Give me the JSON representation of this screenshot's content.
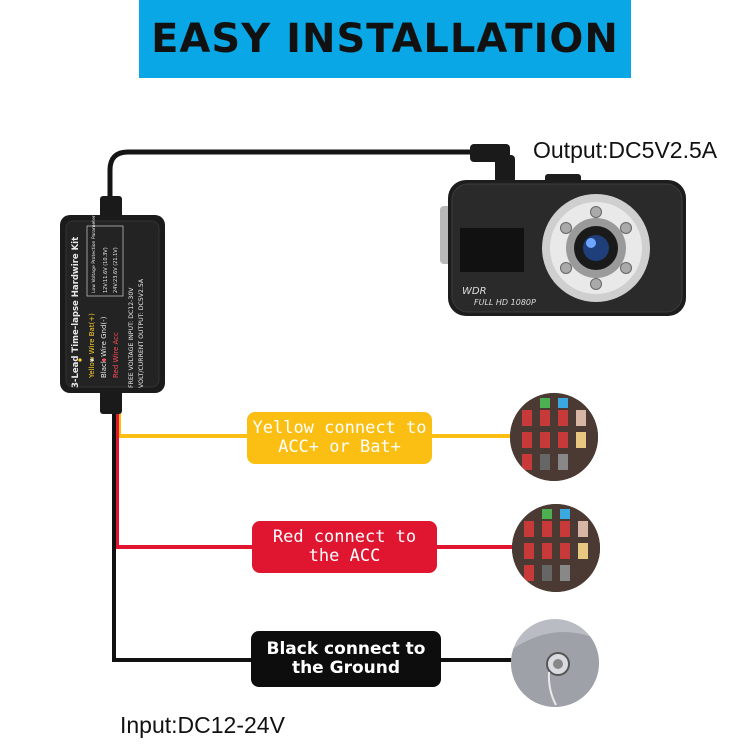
{
  "banner": {
    "title": "EASY INSTALLATION"
  },
  "output_label": "Output:DC5V2.5A",
  "input_label": "Input:DC12-24V",
  "hardwire_box": {
    "title": "3-Lead Time-lapse Hardwire Kit",
    "yellow_line": "Yellow Wire Bat(+)",
    "black_line": "Black Wire Gnd(-)",
    "red_line": "Red Wire Acc",
    "spec_voltage": "FREE VOLTAGE   INPUT: DC12-30V",
    "spec_output": "VOLT/CURRENT OUTPUT: DC5V2.5A",
    "protection_title": "Low Voltage Protection Parameter",
    "protection_12v": "12V:11.6V (10.3V)",
    "protection_24v": "24V:23.6V (21.1V)"
  },
  "camera": {
    "wdr_label": "WDR",
    "resolution_label": "FULL HD 1080P"
  },
  "connections": {
    "yellow": {
      "line1": "Yellow connect to",
      "line2": "ACC+ or Bat+",
      "color": "#fbbf14"
    },
    "red": {
      "line1": "Red connect to",
      "line2": "the ACC",
      "color": "#e01630"
    },
    "black": {
      "line1": "Black connect to",
      "line2": "the Ground",
      "color": "#0d0d0d"
    }
  },
  "colors": {
    "banner": "#0aa7e6",
    "wire_yellow": "#fbbf14",
    "wire_red": "#e01630",
    "wire_black": "#111111"
  }
}
